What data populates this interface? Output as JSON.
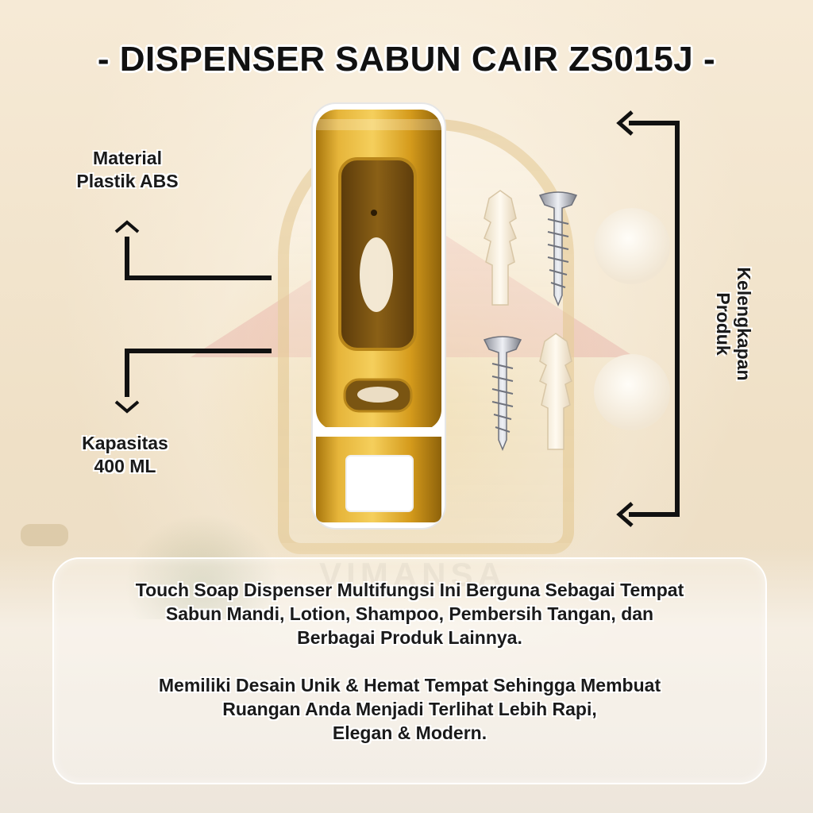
{
  "title": "- DISPENSER SABUN CAIR ZS015J -",
  "watermark": "VIMANSA",
  "labels": {
    "material": [
      "Material",
      "Plastik ABS"
    ],
    "capacity": [
      "Kapasitas",
      "400 ML"
    ],
    "accessories": [
      "Kelengkapan",
      "Produk"
    ]
  },
  "description": {
    "paragraph1": [
      "Touch Soap Dispenser Multifungsi Ini Berguna Sebagai Tempat",
      "Sabun Mandi, Lotion, Shampoo, Pembersih Tangan, dan",
      "Berbagai Produk Lainnya."
    ],
    "paragraph2": [
      "Memiliki Desain Unik & Hemat Tempat Sehingga Membuat",
      "Ruangan Anda Menjadi Terlihat Lebih Rapi,",
      "Elegan & Modern."
    ]
  },
  "colors": {
    "dispenser_gold": "#d9a21a",
    "dispenser_window": "#7a5512",
    "text": "#1a1a1a",
    "background": "#f1e4cd"
  },
  "icons": [
    "arrow-up-icon",
    "arrow-down-icon",
    "arrow-left-icon",
    "wall-plug-icon",
    "screw-icon"
  ]
}
